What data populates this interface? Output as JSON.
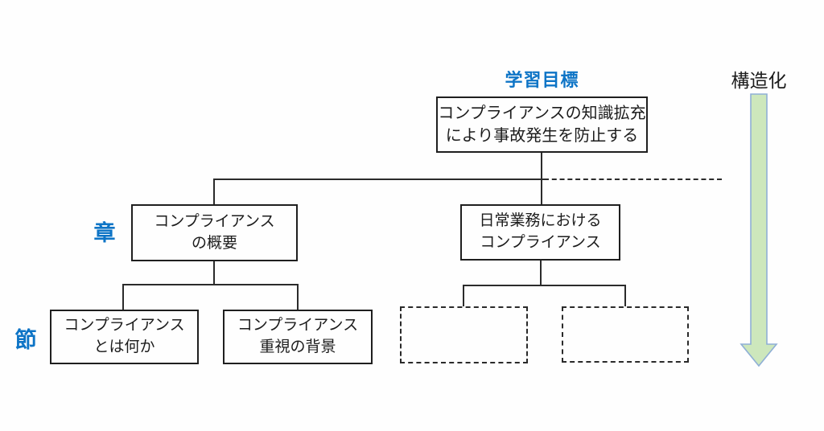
{
  "diagram": {
    "title_label": "学習目標",
    "structuring_label": "構造化",
    "goal_box": {
      "line1": "コンプライアンスの知識拡充",
      "line2": "により事故発生を防止する"
    },
    "chapter_row_label": "章",
    "section_row_label": "節",
    "chapter_boxes": [
      {
        "line1": "コンプライアンス",
        "line2": "の概要"
      },
      {
        "line1": "日常業務における",
        "line2": "コンプライアンス"
      }
    ],
    "section_boxes": [
      {
        "line1": "コンプライアンス",
        "line2": "とは何か"
      },
      {
        "line1": "コンプライアンス",
        "line2": "重視の背景"
      }
    ],
    "placeholder_boxes": [
      {
        "label": ""
      },
      {
        "label": ""
      }
    ],
    "colors": {
      "label_blue": "#0d74c6",
      "line": "#2b2b2b",
      "arrow_fill": "#cde7bc",
      "arrow_border": "#8fafd6"
    }
  }
}
